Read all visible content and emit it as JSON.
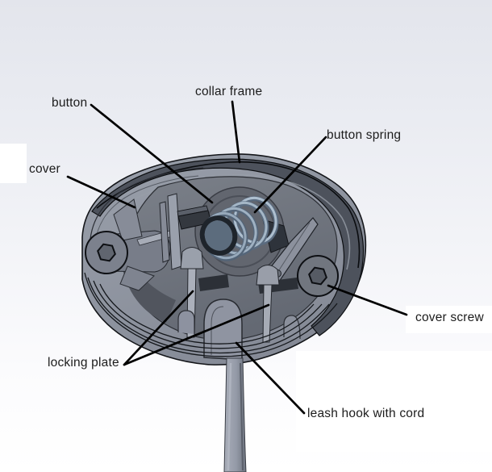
{
  "diagram": {
    "kind": "annotated CAD assembly view",
    "labels": [
      {
        "id": "button",
        "text": "button"
      },
      {
        "id": "collar-frame",
        "text": "collar frame"
      },
      {
        "id": "button-spring",
        "text": "button spring"
      },
      {
        "id": "cover",
        "text": "cover"
      },
      {
        "id": "cover-screw",
        "text": "cover screw"
      },
      {
        "id": "locking-plate",
        "text": "locking plate"
      },
      {
        "id": "leash-hook",
        "text": "leash hook with cord"
      }
    ]
  },
  "colors": {
    "background_top": "#e3e5ec",
    "background_bottom": "#ffffff",
    "body_shell": "#8d929e",
    "collar_frame_band": "#4d525c",
    "inner_cavity": "#6f747e",
    "spring_coil_light": "#aebfcf",
    "spring_coil_dark": "#5a6b7f",
    "leader_line": "#000000",
    "label_text": "#1c1c1c",
    "note_background": "#ffffff"
  }
}
